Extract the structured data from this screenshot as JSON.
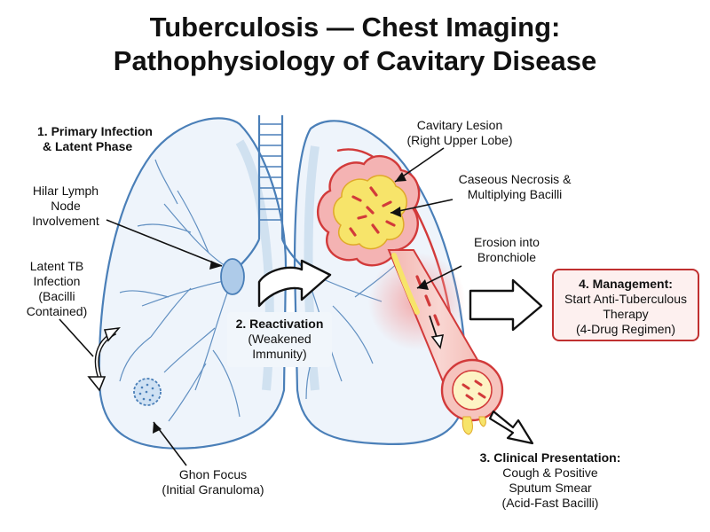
{
  "title": {
    "line1": "Tuberculosis — Chest Imaging:",
    "line2": "Pathophysiology of Cavitary Disease"
  },
  "labels": {
    "primary": [
      "1. Primary Infection",
      "& Latent Phase"
    ],
    "hilar": [
      "Hilar Lymph",
      "Node",
      "Involvement"
    ],
    "latent": [
      "Latent TB",
      "Infection",
      "(Bacilli",
      "Contained)"
    ],
    "ghon": [
      "Ghon Focus",
      "(Initial Granuloma)"
    ],
    "reactivation": {
      "heading": "2. Reactivation",
      "lines": [
        "(Weakened",
        "Immunity)"
      ]
    },
    "cavitary": [
      "Cavitary Lesion",
      "(Right Upper Lobe)"
    ],
    "caseous": [
      "Caseous Necrosis &",
      "Multiplying Bacilli"
    ],
    "erosion": [
      "Erosion into",
      "Bronchiole"
    ],
    "management": {
      "heading": "4. Management:",
      "lines": [
        "Start Anti-Tuberculous",
        "Therapy",
        "(4-Drug Regimen)"
      ]
    },
    "clinical": {
      "heading": "3. Clinical Presentation:",
      "lines": [
        "Cough & Positive",
        "Sputum Smear",
        "(Acid-Fast Bacilli)"
      ]
    }
  },
  "colors": {
    "lung_outline": "#4a7fb8",
    "lung_fill": "#eef4fb",
    "lesion_red": "#d23a3a",
    "necrosis_yellow": "#f7e46a",
    "highlight_box": "#c03030"
  }
}
